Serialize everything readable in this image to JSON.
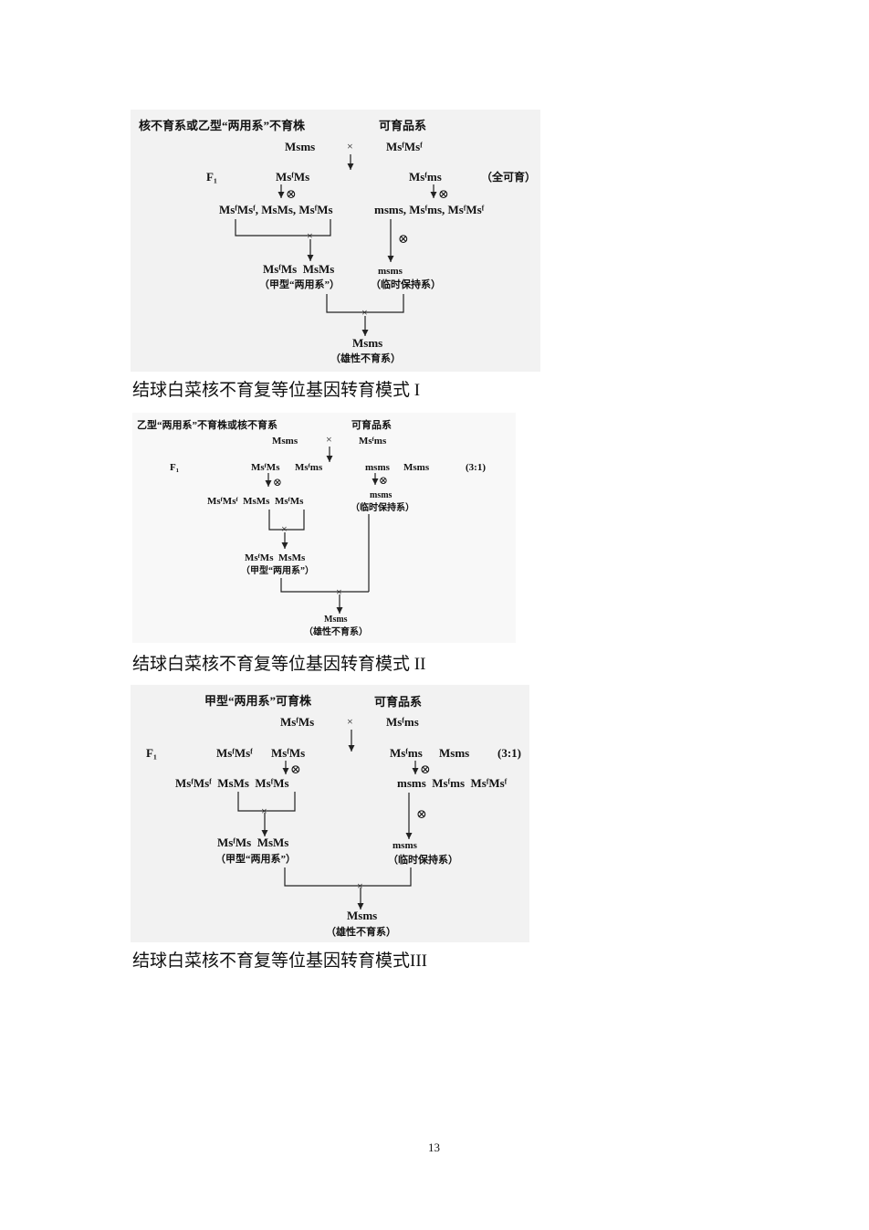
{
  "page": {
    "page_number": "13"
  },
  "symbols": {
    "cross": "×",
    "selfing": "⊗",
    "f1": "F₁"
  },
  "diagrams": [
    {
      "title_left": "核不育系或乙型“两用系”不育株",
      "title_right": "可育品系",
      "p_left": "Msms",
      "p_right": "MsᶠMsᶠ",
      "f1_left": "MsᶠMs",
      "f1_right": "Msᶠms",
      "f1_note": "（全可育）",
      "f2_left": "MsᶠMsᶠ, MsMs, MsᶠMs",
      "f2_right": "msms, Msᶠms, MsᶠMsᶠ",
      "line_a": "MsᶠMs  MsMs",
      "line_a_name": "（甲型“两用系”）",
      "line_b": "msms",
      "line_b_name": "（临时保持系）",
      "result": "Msms",
      "result_name": "（雄性不育系）",
      "caption": "结球白菜核不育复等位基因转育模式 I"
    },
    {
      "title_left": "乙型“两用系”不育株或核不育系",
      "title_right": "可育品系",
      "p_left": "Msms",
      "p_right": "Msᶠms",
      "f1_left_a": "MsᶠMs",
      "f1_left_b": "Msᶠms",
      "f1_right_a": "msms",
      "f1_right_b": "Msms",
      "f1_ratio": "(3:1)",
      "f2_left": "MsᶠMsᶠ  MsMs  MsᶠMs",
      "f2_right": "msms",
      "line_a": "MsᶠMs  MsMs",
      "line_a_name": "（甲型“两用系”）",
      "line_b_name": "（临时保持系）",
      "result": "Msms",
      "result_name": "（雄性不育系）",
      "caption": "结球白菜核不育复等位基因转育模式 II"
    },
    {
      "title_left": "甲型“两用系”可育株",
      "title_right": "可育品系",
      "p_left": "MsᶠMs",
      "p_right": "Msᶠms",
      "f1_left_a": "MsᶠMsᶠ",
      "f1_left_b": "MsᶠMs",
      "f1_right_a": "Msᶠms",
      "f1_right_b": "Msms",
      "f1_ratio": "(3:1)",
      "f2_left": "MsᶠMsᶠ  MsMs  MsᶠMs",
      "f2_right": "msms  Msᶠms  MsᶠMsᶠ",
      "line_a": "MsᶠMs  MsMs",
      "line_a_name": "（甲型“两用系”）",
      "line_b": "msms",
      "line_b_name": "（临时保持系）",
      "result": "Msms",
      "result_name": "（雄性不育系）",
      "caption": "结球白菜核不育复等位基因转育模式III"
    }
  ]
}
